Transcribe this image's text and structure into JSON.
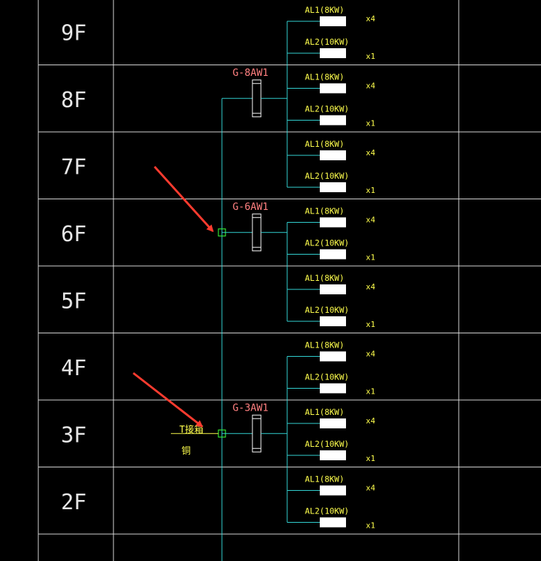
{
  "colors": {
    "background": "#000000",
    "grid": "#d9d9d9",
    "floor_text": "#e6e6e6",
    "bus": "#33d6d6",
    "panel": "#ffffff",
    "panel_label": "#ff8080",
    "load_label": "#ffff4d",
    "load_box": "#ffffff",
    "node": "#33e633",
    "arrow": "#ff3b2f",
    "feeder": "#ffff4d"
  },
  "floors": [
    "9F",
    "8F",
    "7F",
    "6F",
    "5F",
    "4F",
    "3F",
    "2F"
  ],
  "loads": [
    {
      "floor": "9F",
      "circuits": [
        {
          "label": "AL1(8KW)",
          "qty": "x4"
        },
        {
          "label": "AL2(10KW)",
          "qty": "x1"
        }
      ]
    },
    {
      "floor": "8F",
      "circuits": [
        {
          "label": "AL1(8KW)",
          "qty": "x4"
        },
        {
          "label": "AL2(10KW)",
          "qty": "x1"
        }
      ]
    },
    {
      "floor": "7F",
      "circuits": [
        {
          "label": "AL1(8KW)",
          "qty": "x4"
        },
        {
          "label": "AL2(10KW)",
          "qty": "x1"
        }
      ]
    },
    {
      "floor": "6F",
      "circuits": [
        {
          "label": "AL1(8KW)",
          "qty": "x4"
        },
        {
          "label": "AL2(10KW)",
          "qty": "x1"
        }
      ]
    },
    {
      "floor": "5F",
      "circuits": [
        {
          "label": "AL1(8KW)",
          "qty": "x4"
        },
        {
          "label": "AL2(10KW)",
          "qty": "x1"
        }
      ]
    },
    {
      "floor": "4F",
      "circuits": [
        {
          "label": "AL1(8KW)",
          "qty": "x4"
        },
        {
          "label": "AL2(10KW)",
          "qty": "x1"
        }
      ]
    },
    {
      "floor": "3F",
      "circuits": [
        {
          "label": "AL1(8KW)",
          "qty": "x4"
        },
        {
          "label": "AL2(10KW)",
          "qty": "x1"
        }
      ]
    },
    {
      "floor": "2F",
      "circuits": [
        {
          "label": "AL1(8KW)",
          "qty": "x4"
        },
        {
          "label": "AL2(10KW)",
          "qty": "x1"
        }
      ]
    }
  ],
  "panels": [
    {
      "label": "G-8AW1",
      "floor": "8F",
      "serves": [
        "9F",
        "8F",
        "7F"
      ]
    },
    {
      "label": "G-6AW1",
      "floor": "6F",
      "serves": [
        "6F",
        "5F"
      ]
    },
    {
      "label": "G-3AW1",
      "floor": "3F",
      "serves": [
        "4F",
        "3F",
        "2F"
      ]
    }
  ],
  "feeder": {
    "label_top": "T接箱",
    "label_bottom": "铜"
  }
}
